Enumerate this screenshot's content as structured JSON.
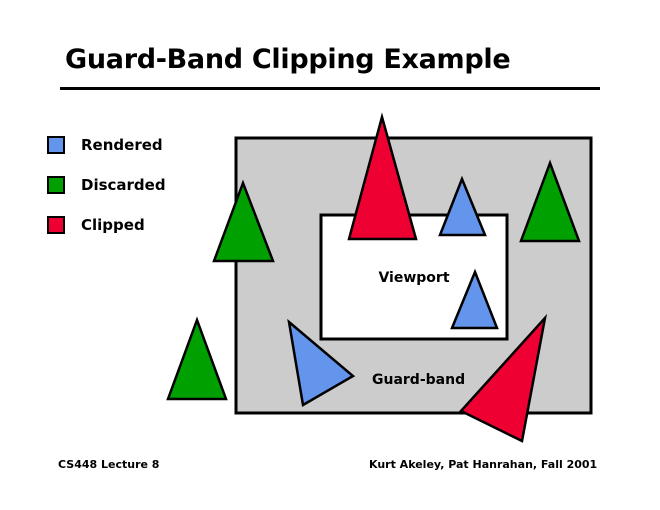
{
  "title": "Guard-Band Clipping Example",
  "legend": [
    {
      "label": "Rendered",
      "color": "#6495ed"
    },
    {
      "label": "Discarded",
      "color": "#00a000"
    },
    {
      "label": "Clipped",
      "color": "#ee0033"
    }
  ],
  "diagram": {
    "guard_band_label": "Guard-band",
    "viewport_label": "Viewport",
    "guard_band_fill": "#cccccc",
    "viewport_fill": "#ffffff",
    "triangles": [
      {
        "id": "discarded-left-top",
        "category": "Discarded"
      },
      {
        "id": "clipped-top",
        "category": "Clipped"
      },
      {
        "id": "rendered-top",
        "category": "Rendered"
      },
      {
        "id": "discarded-right",
        "category": "Discarded"
      },
      {
        "id": "rendered-inner",
        "category": "Rendered"
      },
      {
        "id": "discarded-left-bottom",
        "category": "Discarded"
      },
      {
        "id": "rendered-tilted",
        "category": "Rendered"
      },
      {
        "id": "clipped-bottom",
        "category": "Clipped"
      }
    ]
  },
  "footer": {
    "left": "CS448 Lecture 8",
    "right": "Kurt Akeley, Pat Hanrahan, Fall 2001"
  }
}
